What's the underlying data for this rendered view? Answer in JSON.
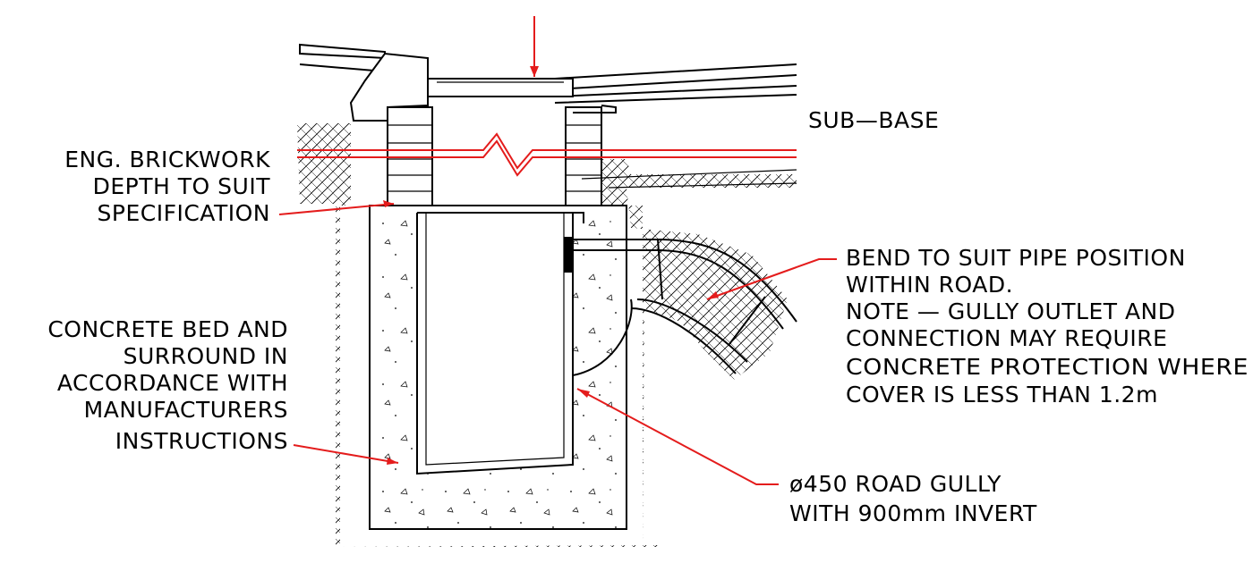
{
  "labels": {
    "sub_base": "SUB—BASE",
    "brickwork": [
      "ENG. BRICKWORK",
      "DEPTH TO SUIT",
      "SPECIFICATION"
    ],
    "concrete": [
      "CONCRETE BED AND",
      "SURROUND IN",
      "ACCORDANCE WITH",
      "MANUFACTURERS",
      "INSTRUCTIONS"
    ],
    "bend": [
      "BEND TO SUIT PIPE POSITION",
      "WITHIN ROAD.",
      "NOTE — GULLY OUTLET AND",
      "CONNECTION MAY REQUIRE",
      "CONCRETE PROTECTION WHERE",
      "COVER IS LESS THAN 1.2m"
    ],
    "gully": [
      "ø450 ROAD GULLY",
      "WITH 900mm INVERT"
    ]
  },
  "colors": {
    "line": "#000000",
    "leader": "#e41c1c",
    "background": "#ffffff"
  }
}
